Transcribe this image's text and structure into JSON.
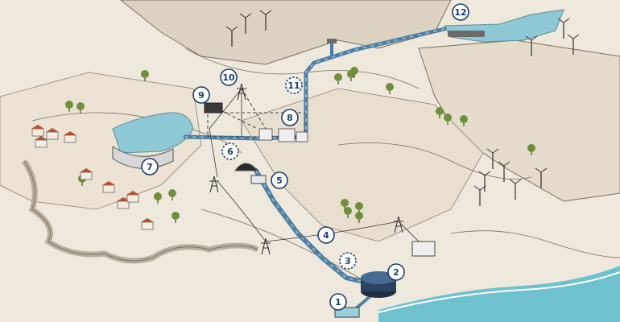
{
  "colors": {
    "land": "#efe8dc",
    "ridge": "#7a7063",
    "water": "#8fc9d6",
    "sea": "#6fc1cf",
    "pipe": "#4f7fa3",
    "pipe_light": "#8fb7cf",
    "road": "#b9ae9f",
    "marker_stroke": "#1b3f6b",
    "tree": "#6f8f3a",
    "roof": "#b5532f",
    "turbine": "#2f2f2f",
    "pylon": "#3a3a3a"
  },
  "markers": [
    {
      "id": "m1",
      "label": "1",
      "style": "solid"
    },
    {
      "id": "m2",
      "label": "2",
      "style": "solid"
    },
    {
      "id": "m3",
      "label": "3",
      "style": "dashed"
    },
    {
      "id": "m4",
      "label": "4",
      "style": "solid"
    },
    {
      "id": "m5",
      "label": "5",
      "style": "solid"
    },
    {
      "id": "m6",
      "label": "6",
      "style": "dashed"
    },
    {
      "id": "m7",
      "label": "7",
      "style": "solid"
    },
    {
      "id": "m8",
      "label": "8",
      "style": "solid"
    },
    {
      "id": "m9",
      "label": "9",
      "style": "solid"
    },
    {
      "id": "m10",
      "label": "10",
      "style": "solid"
    },
    {
      "id": "m11",
      "label": "11",
      "style": "dashed"
    },
    {
      "id": "m12",
      "label": "12",
      "style": "solid"
    }
  ],
  "icons": {
    "marker": "numbered-circle-icon",
    "turbine": "wind-turbine-icon",
    "pylon": "power-pylon-icon",
    "house": "house-icon",
    "tree": "tree-icon"
  }
}
